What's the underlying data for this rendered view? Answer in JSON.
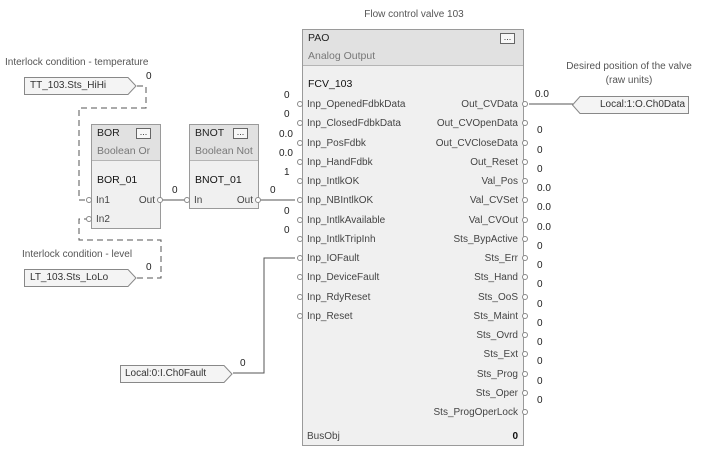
{
  "captions": {
    "pao_title": "Flow control valve 103",
    "temp_condition": "Interlock condition - temperature",
    "level_condition": "Interlock condition - level",
    "desired_position_line1": "Desired position of the valve",
    "desired_position_line2": "(raw units)"
  },
  "tags": {
    "tt": "TT_103.Sts_HiHi",
    "lt": "LT_103.Sts_LoLo",
    "ch0fault": "Local:0:I.Ch0Fault",
    "ch0data": "Local:1:O.Ch0Data"
  },
  "wire_values": {
    "tt": "0",
    "lt": "0",
    "ch0fault": "0",
    "bor_out": "0",
    "bnot_out": "0",
    "out_cvdata": "0.0"
  },
  "bor": {
    "type": "BOR",
    "desc": "Boolean Or",
    "tag": "BOR_01",
    "in1": "In1",
    "in2": "In2",
    "out": "Out",
    "btn": "..."
  },
  "bnot": {
    "type": "BNOT",
    "desc": "Boolean Not",
    "tag": "BNOT_01",
    "in": "In",
    "out": "Out",
    "btn": "..."
  },
  "pao": {
    "type": "PAO",
    "desc": "Analog Output",
    "tag": "FCV_103",
    "btn": "...",
    "busobj": "BusObj",
    "busobj_value": "0",
    "inputs": [
      {
        "label": "Inp_OpenedFdbkData",
        "value": "0"
      },
      {
        "label": "Inp_ClosedFdbkData",
        "value": "0"
      },
      {
        "label": "Inp_PosFdbk",
        "value": "0.0"
      },
      {
        "label": "Inp_HandFdbk",
        "value": "0.0"
      },
      {
        "label": "Inp_IntlkOK",
        "value": "1"
      },
      {
        "label": "Inp_NBIntlkOK",
        "value": ""
      },
      {
        "label": "Inp_IntlkAvailable",
        "value": "0"
      },
      {
        "label": "Inp_IntlkTripInh",
        "value": "0"
      },
      {
        "label": "Inp_IOFault",
        "value": ""
      },
      {
        "label": "Inp_DeviceFault",
        "value": ""
      },
      {
        "label": "Inp_RdyReset",
        "value": ""
      },
      {
        "label": "Inp_Reset",
        "value": ""
      }
    ],
    "outputs": [
      {
        "label": "Out_CVData",
        "value": ""
      },
      {
        "label": "Out_CVOpenData",
        "value": "0"
      },
      {
        "label": "Out_CVCloseData",
        "value": "0"
      },
      {
        "label": "Out_Reset",
        "value": "0"
      },
      {
        "label": "Val_Pos",
        "value": "0.0"
      },
      {
        "label": "Val_CVSet",
        "value": "0.0"
      },
      {
        "label": "Val_CVOut",
        "value": "0.0"
      },
      {
        "label": "Sts_BypActive",
        "value": "0"
      },
      {
        "label": "Sts_Err",
        "value": "0"
      },
      {
        "label": "Sts_Hand",
        "value": "0"
      },
      {
        "label": "Sts_OoS",
        "value": "0"
      },
      {
        "label": "Sts_Maint",
        "value": "0"
      },
      {
        "label": "Sts_Ovrd",
        "value": "0"
      },
      {
        "label": "Sts_Ext",
        "value": "0"
      },
      {
        "label": "Sts_Prog",
        "value": "0"
      },
      {
        "label": "Sts_Oper",
        "value": "0"
      },
      {
        "label": "Sts_ProgOperLock",
        "value": ""
      }
    ]
  }
}
